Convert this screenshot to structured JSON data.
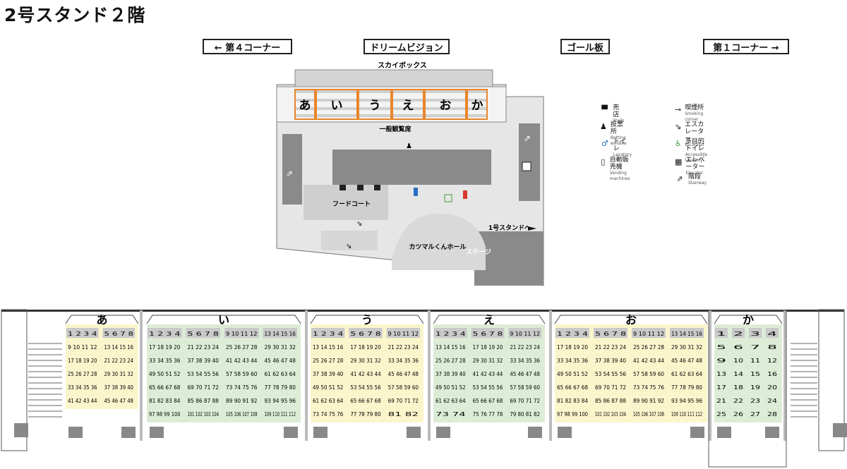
{
  "title": "2号スタンド２階",
  "directions": {
    "corner4": "← 第４コーナー",
    "dream_vision": "ドリームビジョン",
    "goal": "ゴール板",
    "corner1": "第１コーナー →"
  },
  "floor": {
    "skybox": "スカイボックス",
    "general_seats": "一般観覧席",
    "food_court": "フードコート",
    "hall": "カツマルくんホール",
    "stage": "ステージ",
    "to_stand1": "1号スタンドへ",
    "blocks": [
      "あ",
      "い",
      "う",
      "え",
      "お",
      "か"
    ]
  },
  "legend": [
    {
      "icon": "stall-icon",
      "ja": "売店",
      "en": "Stalls"
    },
    {
      "icon": "betting-icon",
      "ja": "投票所",
      "en": "Betting window"
    },
    {
      "icon": "toilet-icon",
      "ja": "トイレ",
      "en": "Lavatory"
    },
    {
      "icon": "vending-icon",
      "ja": "自動販売機",
      "en": "Vending machines"
    },
    {
      "icon": "smoking-icon",
      "ja": "喫煙所",
      "en": "Smoking corner"
    },
    {
      "icon": "escalator-icon",
      "ja": "エスカレーター",
      "en": "Escalator"
    },
    {
      "icon": "accessible-icon",
      "ja": "多目的トイレ",
      "en": "Accessible lavatory"
    },
    {
      "icon": "elevator-icon",
      "ja": "エレベーター",
      "en": "Elevator"
    },
    {
      "icon": "stairs-icon",
      "ja": "階段",
      "en": "Stairway"
    }
  ],
  "seatmap": {
    "colors": {
      "yellow": "#fbf5cc",
      "green": "#dcecd6",
      "chip": "#c9c9c9"
    },
    "sections": [
      {
        "label": "あ",
        "color": "yellow",
        "rows": [
          [
            "1 2 3 4",
            "5 6 7 8"
          ],
          [
            "9 10 11 12",
            "13 14 15 16"
          ],
          [
            "17 18 19 20",
            "21 22 23 24"
          ],
          [
            "25 26 27 28",
            "29 30 31 32"
          ],
          [
            "33 34 35 36",
            "37 38 39 40"
          ],
          [
            "41 42 43 44",
            "45 46 47 48"
          ]
        ]
      },
      {
        "label": "い",
        "color": "green",
        "rows": [
          [
            "1 2 3 4",
            "5 6 7 8",
            "9 10 11 12",
            "13 14 15 16"
          ],
          [
            "17 18 19 20",
            "21 22 23 24",
            "25 26 27 28",
            "29 30 31 32"
          ],
          [
            "33 34 35 36",
            "37 38 39 40",
            "41 42 43 44",
            "45 46 47 48"
          ],
          [
            "49 50 51 52",
            "53 54 55 56",
            "57 58 59 60",
            "61 62 63 64"
          ],
          [
            "65 66 67 68",
            "69 70 71 72",
            "73 74 75 76",
            "77 78 79 80"
          ],
          [
            "81 82 83 84",
            "85 86 87 88",
            "89 90 91 92",
            "93 94 95 96"
          ],
          [
            "97 98 99 100",
            "101 102 103 104",
            "105 106 107 108",
            "109 110 111 112"
          ]
        ]
      },
      {
        "label": "う",
        "color": "yellow",
        "rows": [
          [
            "1 2 3 4",
            "5 6 7 8",
            "9 10 11 12"
          ],
          [
            "13 14 15 16",
            "17 18 19 20",
            "21 22 23 24"
          ],
          [
            "25 26 27 28",
            "29 30 31 32",
            "33 34 35 36"
          ],
          [
            "37 38 39 40",
            "41 42 43 44",
            "45 46 47 48"
          ],
          [
            "49 50 51 52",
            "53 54 55 56",
            "57 58 59 60"
          ],
          [
            "61 62 63 64",
            "65 66 67 68",
            "69 70 71 72"
          ],
          [
            "73 74 75 76",
            "77 78 79 80",
            "81 82"
          ]
        ]
      },
      {
        "label": "え",
        "color": "green",
        "rows": [
          [
            "1 2 3 4",
            "5 6 7 8",
            "9 10 11 12"
          ],
          [
            "13 14 15 16",
            "17 18 19 20",
            "21 22 23 24"
          ],
          [
            "25 26 27 28",
            "29 30 31 32",
            "33 34 35 36"
          ],
          [
            "37 38 39 40",
            "41 42 43 44",
            "45 46 47 48"
          ],
          [
            "49 50 51 52",
            "53 54 55 56",
            "57 58 59 60"
          ],
          [
            "61 62 63 64",
            "65 66 67 68",
            "69 70 71 72"
          ],
          [
            "73 74",
            "75 76 77 78",
            "79 80 81 82"
          ]
        ]
      },
      {
        "label": "お",
        "color": "yellow",
        "rows": [
          [
            "1 2 3 4",
            "5 6 7 8",
            "9 10 11 12",
            "13 14 15 16"
          ],
          [
            "17 18 19 20",
            "21 22 23 24",
            "25 26 27 28",
            "29 30 31 32"
          ],
          [
            "33 34 35 36",
            "37 38 39 40",
            "41 42 43 44",
            "45 46 47 48"
          ],
          [
            "49 50 51 52",
            "53 54 55 56",
            "57 58 59 60",
            "61 62 63 64"
          ],
          [
            "65 66 67 68",
            "69 70 71 72",
            "73 74 75 76",
            "77 78 79 80"
          ],
          [
            "81 82 83 84",
            "85 86 87 88",
            "89 90 91 92",
            "93 94 95 96"
          ],
          [
            "97 98 99 100",
            "101 102 103 104",
            "105 106 107 108",
            "109 110 111 112"
          ]
        ]
      },
      {
        "label": "か",
        "color": "green",
        "rows": [
          [
            "1",
            "2",
            "3",
            "4"
          ],
          [
            "5",
            "6",
            "7",
            "8"
          ],
          [
            "9",
            "10",
            "11",
            "12"
          ],
          [
            "13",
            "14",
            "15",
            "16"
          ],
          [
            "17",
            "18",
            "19",
            "20"
          ],
          [
            "21",
            "22",
            "23",
            "24"
          ],
          [
            "25",
            "26",
            "27",
            "28"
          ]
        ]
      }
    ]
  }
}
